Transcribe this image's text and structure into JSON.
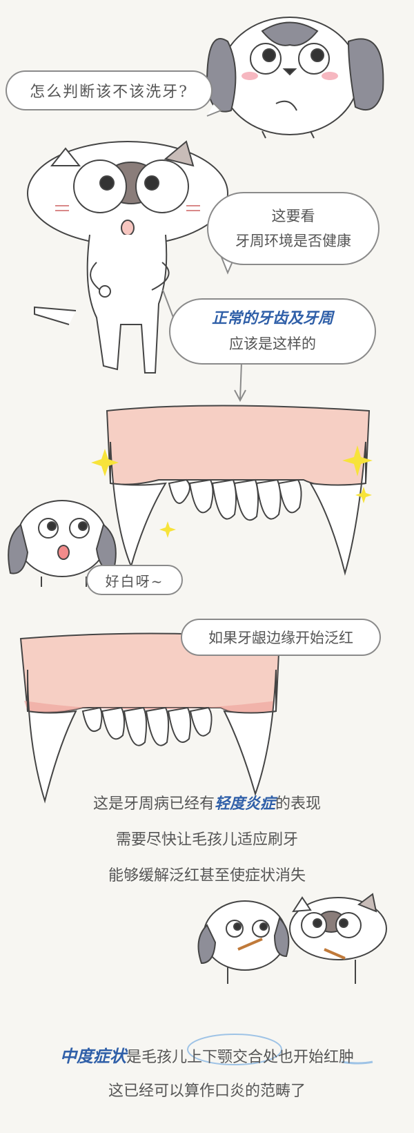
{
  "bubbles": {
    "question": "怎么判断该不该洗牙?",
    "intro_line1": "这要看",
    "intro_line2": "牙周环境是否健康",
    "normal_highlight": "正常的牙齿及牙周",
    "normal_line2": "应该是这样的",
    "white": "好白呀~",
    "red_gum": "如果牙龈边缘开始泛红"
  },
  "mild": {
    "line1_pre": "这是牙周病已经有",
    "line1_highlight": "轻度炎症",
    "line1_post": "的表现",
    "line2": "需要尽快让毛孩儿适应刷牙",
    "line3": "能够缓解泛红甚至使症状消失"
  },
  "moderate": {
    "line1_highlight": "中度症状",
    "line1_rest": "是毛孩儿上下颚交合处也开始红肿",
    "line2": "这已经可以算作口炎的范畴了"
  },
  "colors": {
    "gum": "#f6cfc4",
    "gum_red": "#f0a6a0",
    "highlight": "#2f5fa8",
    "sparkle": "#f7e33a",
    "dog_gray": "#8e8e98",
    "cat_mask": "#8a7d7a"
  }
}
